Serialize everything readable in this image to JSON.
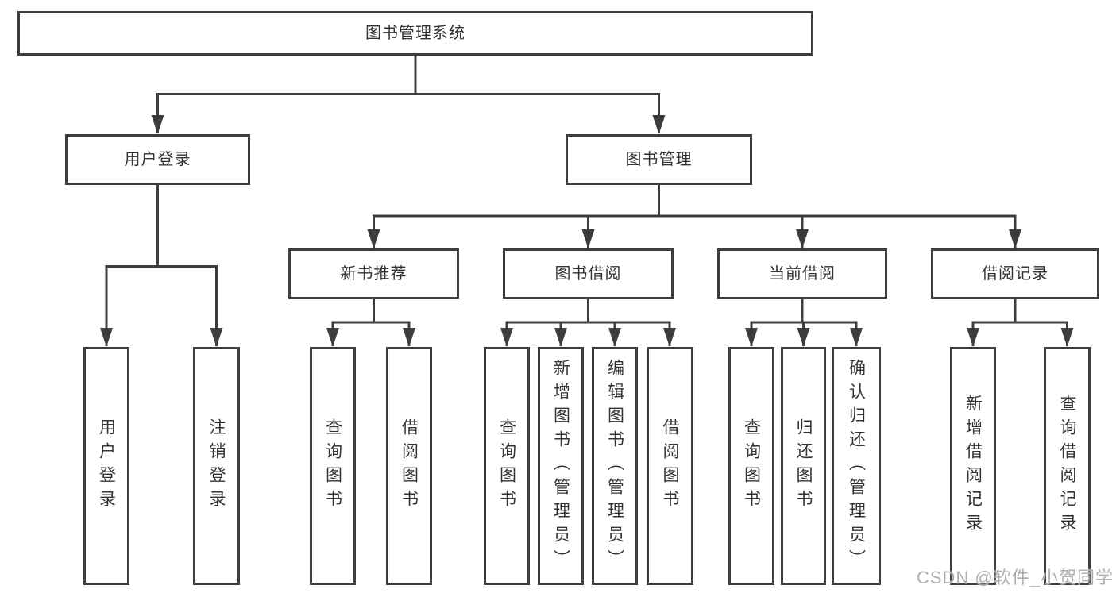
{
  "tree": {
    "root": "图书管理系统",
    "children": [
      {
        "label": "用户登录",
        "leaves": [
          "用户登录",
          "注销登录"
        ]
      },
      {
        "label": "图书管理",
        "children": [
          {
            "label": "新书推荐",
            "leaves": [
              "查询图书",
              "借阅图书"
            ]
          },
          {
            "label": "图书借阅",
            "leaves": [
              "查询图书",
              "新增图书（管理员）",
              "编辑图书（管理员）",
              "借阅图书"
            ]
          },
          {
            "label": "当前借阅",
            "leaves": [
              "查询图书",
              "归还图书",
              "确认归还（管理员）"
            ]
          },
          {
            "label": "借阅记录",
            "leaves": [
              "新增借阅记录",
              "查询借阅记录"
            ]
          }
        ]
      }
    ]
  },
  "watermark": "CSDN @软件_小贺同学",
  "colors": {
    "line": "#3d3d3d",
    "text": "#333333",
    "watermark": "#b2acae",
    "background": "#ffffff"
  }
}
